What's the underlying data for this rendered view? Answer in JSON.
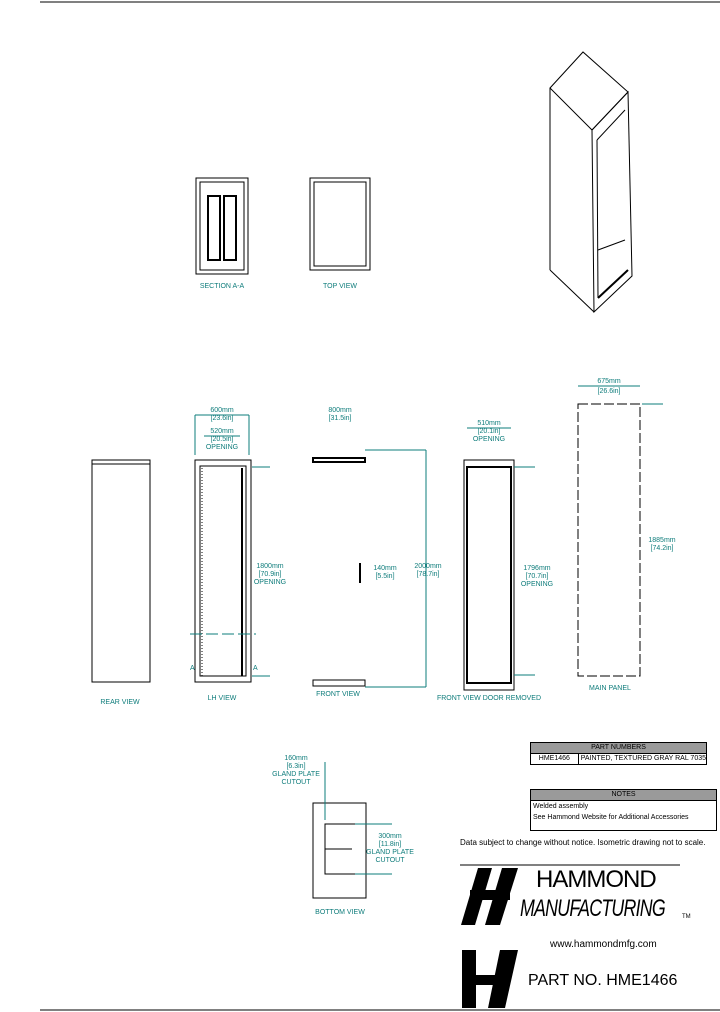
{
  "views": {
    "section_aa": "SECTION A-A",
    "top_view": "TOP VIEW",
    "rear_view": "REAR VIEW",
    "side_view": "LH VIEW",
    "front_view": "FRONT VIEW",
    "front_door_removed": "FRONT VIEW DOOR REMOVED",
    "main_panel": "MAIN PANEL",
    "bottom_view": "BOTTOM VIEW",
    "section_marker": "A"
  },
  "dimensions": {
    "side_width": [
      "600mm",
      "[23.6in]"
    ],
    "side_opening_width": [
      "520mm",
      "[20.5in]",
      "OPENING"
    ],
    "side_opening_height": [
      "1800mm",
      "[70.9in]",
      "OPENING"
    ],
    "front_width": [
      "800mm",
      "[31.5in]"
    ],
    "front_handle": [
      "140mm",
      "[5.5in]"
    ],
    "front_height": [
      "2000mm",
      "[78.7in]"
    ],
    "door_removed_width": [
      "510mm",
      "[20.1in]",
      "OPENING"
    ],
    "door_removed_height": [
      "1796mm",
      "[70.7in]",
      "OPENING"
    ],
    "panel_width": [
      "675mm",
      "[26.6in]"
    ],
    "panel_height": [
      "1885mm",
      "[74.2in]"
    ],
    "bottom_cutout_width": [
      "160mm",
      "[6.3in]",
      "GLAND PLATE",
      "CUTOUT"
    ],
    "bottom_cutout_height": [
      "300mm",
      "[11.8in]",
      "GLAND PLATE",
      "CUTOUT"
    ]
  },
  "part_numbers": {
    "header": "PART NUMBERS",
    "rows": [
      {
        "part": "HME1466",
        "description": "PAINTED, TEXTURED GRAY RAL 7035"
      }
    ]
  },
  "notes": {
    "header": "NOTES",
    "items": [
      "Welded assembly",
      "See Hammond Website for Additional Accessories"
    ]
  },
  "disclaimer": "Data subject to change without notice. Isometric drawing not to scale.",
  "brand": {
    "line1": "HAMMOND",
    "line2": "MANUFACTURING",
    "tm": "TM",
    "website": "www.hammondmfg.com",
    "part_no": "PART NO. HME1466"
  },
  "colors": {
    "dimension": "#0e7c7b",
    "table_header": "#9a9a9a"
  }
}
